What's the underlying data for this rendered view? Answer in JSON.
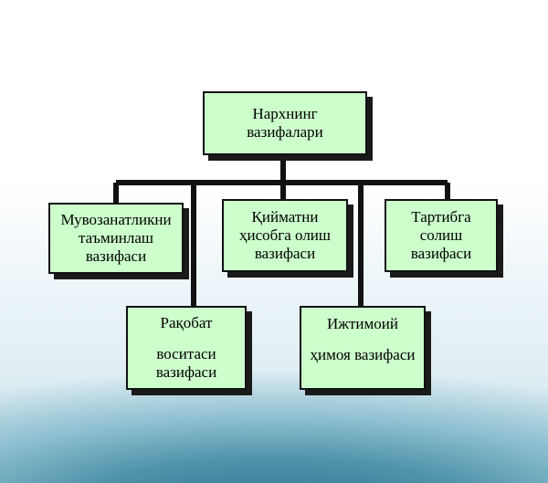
{
  "diagram": {
    "root": {
      "lines": [
        "Нархнинг",
        "вазифалари"
      ]
    },
    "children": [
      {
        "lines": [
          "Мувозанатликни",
          "таъминлаш",
          "вазифаси"
        ]
      },
      {
        "lines": [
          "Қийматни",
          "ҳисобга олиш",
          "вазифаси"
        ]
      },
      {
        "lines": [
          "Тартибга",
          "солиш",
          "вазифаси"
        ]
      },
      {
        "lines": [
          "Рақобат",
          "воситаси",
          "вазифаси"
        ]
      },
      {
        "lines": [
          "Ижтимоий",
          "ҳимоя вазифаси"
        ]
      }
    ]
  },
  "colors": {
    "box_fill": "#ccffcc",
    "box_border": "#111111",
    "connector": "#111111",
    "background_accent": "#2f7891"
  }
}
